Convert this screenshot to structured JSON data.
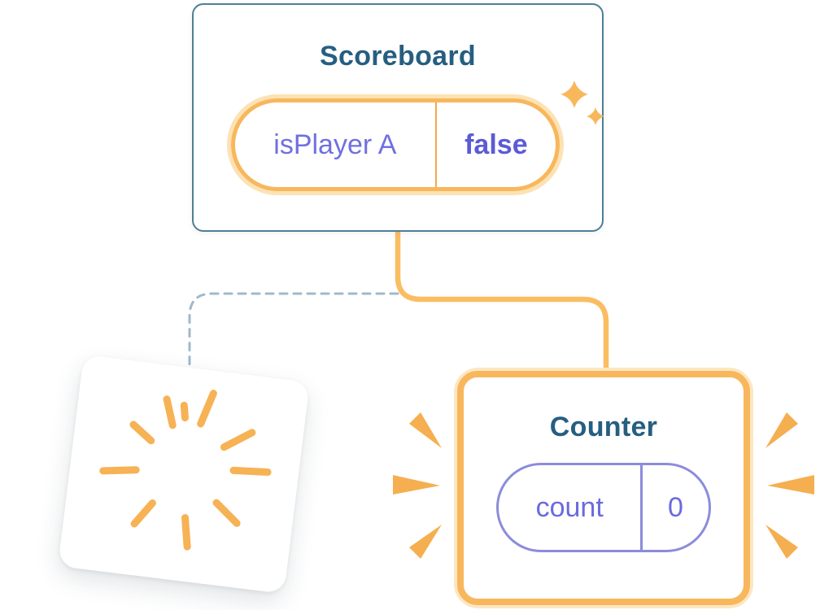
{
  "scoreboard": {
    "title": "Scoreboard",
    "state": {
      "key": "isPlayer A",
      "value": "false"
    }
  },
  "counter": {
    "title": "Counter",
    "state": {
      "key": "count",
      "value": "0"
    }
  },
  "colors": {
    "accent_orange": "#F8B75C",
    "accent_orange_light": "#FCE2B4",
    "state_purple": "#6A6ADF",
    "state_purple_bold": "#5B5BD6",
    "title_blue": "#265E80",
    "card_border_blue": "#4E7E98",
    "counter_pill_border": "#8C8CDB",
    "solid_connector": "#FABD62",
    "dashed_connector": "#9FBACA"
  },
  "decorations": {
    "sparkle_icon": "four-point-stars",
    "poof_icon": "burst-rays",
    "emphasis_icon": "side-rays"
  }
}
